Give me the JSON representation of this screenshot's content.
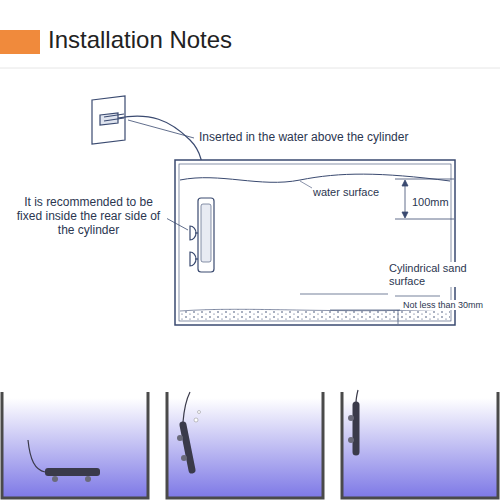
{
  "diagram": {
    "title": "Installation Notes",
    "labels": [
      "Inserted in the water above the cylinder",
      "water surface",
      "100mm",
      "It is recommended to be fixed inside the rear side of the cylinder",
      "Cylindrical sand surface",
      "Not less than 30mm"
    ]
  }
}
